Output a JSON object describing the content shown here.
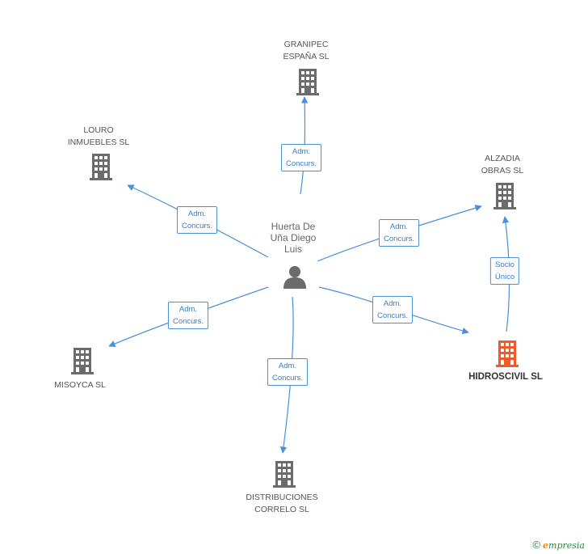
{
  "colors": {
    "edge": "#4a90d9",
    "company_icon": "#6b6b6b",
    "highlight_icon": "#f05a28",
    "person_icon": "#6b6b6b"
  },
  "person": {
    "name": "Huerta De\nUña Diego\nLuis",
    "icon": "person-icon"
  },
  "companies": [
    {
      "id": "granipec",
      "name": "GRANIPEC\nESPAÑA SL",
      "icon": "building-icon"
    },
    {
      "id": "louro",
      "name": "LOURO\nINMUEBLES SL",
      "icon": "building-icon"
    },
    {
      "id": "alzadia",
      "name": "ALZADIA\nOBRAS SL",
      "icon": "building-icon"
    },
    {
      "id": "misoyca",
      "name": "MISOYCA SL",
      "icon": "building-icon"
    },
    {
      "id": "hidroscivil",
      "name": "HIDROSCIVIL SL",
      "icon": "building-icon",
      "highlight": true
    },
    {
      "id": "distribuciones",
      "name": "DISTRIBUCIONES\nCORRELO SL",
      "icon": "building-icon"
    }
  ],
  "edges": [
    {
      "from": "person",
      "to": "granipec",
      "label": "Adm.\nConcurs."
    },
    {
      "from": "person",
      "to": "louro",
      "label": "Adm.\nConcurs."
    },
    {
      "from": "person",
      "to": "alzadia",
      "label": "Adm.\nConcurs."
    },
    {
      "from": "person",
      "to": "misoyca",
      "label": "Adm.\nConcurs."
    },
    {
      "from": "person",
      "to": "hidroscivil",
      "label": "Adm.\nConcurs."
    },
    {
      "from": "person",
      "to": "distribuciones",
      "label": "Adm.\nConcurs."
    },
    {
      "from": "hidroscivil",
      "to": "alzadia",
      "label": "Socio\nÚnico"
    }
  ],
  "brand": {
    "copyright": "©",
    "name_first": "e",
    "name_rest": "mpresia"
  }
}
